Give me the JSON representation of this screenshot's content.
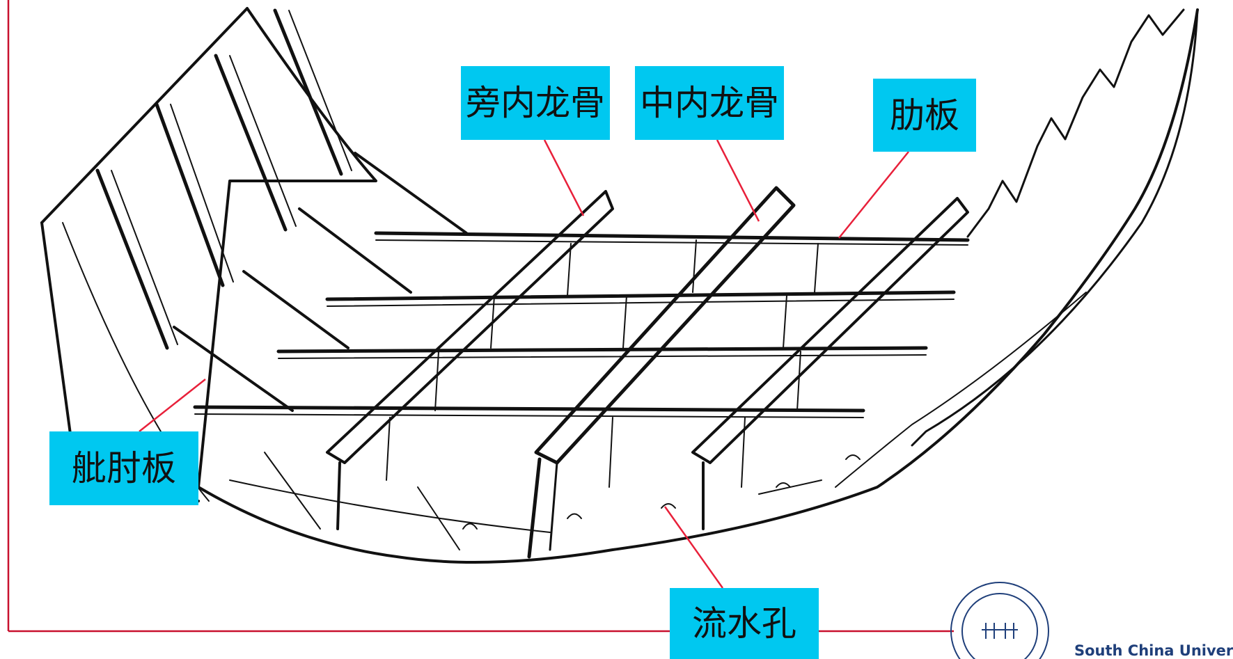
{
  "diagram": {
    "labels": {
      "side_girder": "旁内龙骨",
      "center_girder": "中内龙骨",
      "floor_plate": "肋板",
      "bilge_bracket": "舭肘板",
      "drain_hole": "流水孔"
    },
    "colors": {
      "label_background": "#00c8f0",
      "leader_line": "#e8203a",
      "frame_line": "#c8102e",
      "drawing_stroke": "#111111"
    }
  },
  "footer": {
    "university_name": "South China Universi"
  }
}
